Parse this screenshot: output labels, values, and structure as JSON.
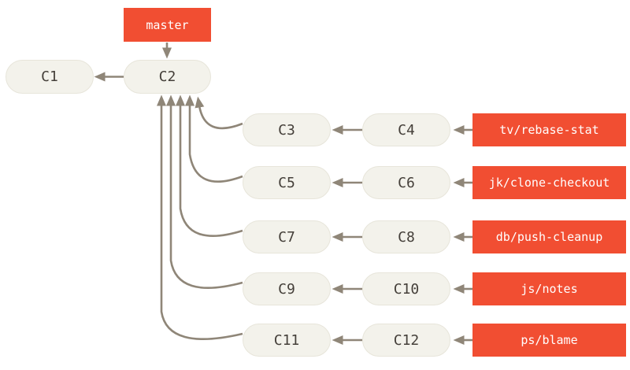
{
  "diagram_type": "git-commit-graph",
  "colors": {
    "background": "#ffffff",
    "branch_label_bg": "#f14e32",
    "branch_label_text": "#ffffff",
    "commit_node_bg": "#f3f2eb",
    "commit_node_border": "#e7e5da",
    "commit_node_text": "#443f39",
    "arrow": "#8f8678"
  },
  "trunk": {
    "master_label": "master",
    "c1": "C1",
    "c2": "C2"
  },
  "rows": [
    {
      "left": "C3",
      "right": "C4",
      "branch": "tv/rebase-stat"
    },
    {
      "left": "C5",
      "right": "C6",
      "branch": "jk/clone-checkout"
    },
    {
      "left": "C7",
      "right": "C8",
      "branch": "db/push-cleanup"
    },
    {
      "left": "C9",
      "right": "C10",
      "branch": "js/notes"
    },
    {
      "left": "C11",
      "right": "C12",
      "branch": "ps/blame"
    }
  ],
  "edges": [
    "master -> C2",
    "C2 -> C1",
    "C3 -> C2",
    "C4 -> C3",
    "tv/rebase-stat -> C4",
    "C5 -> C2",
    "C6 -> C5",
    "jk/clone-checkout -> C6",
    "C7 -> C2",
    "C8 -> C7",
    "db/push-cleanup -> C8",
    "C9 -> C2",
    "C10 -> C9",
    "js/notes -> C10",
    "C11 -> C2",
    "C12 -> C11",
    "ps/blame -> C12"
  ]
}
